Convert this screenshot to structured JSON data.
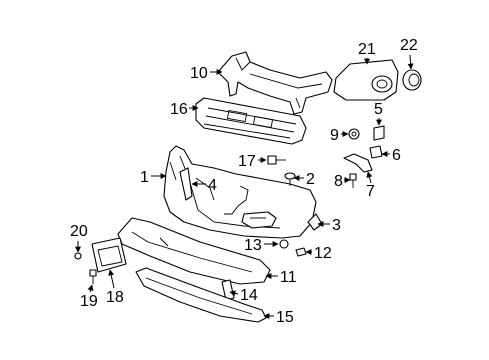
{
  "diagram": {
    "callouts": [
      {
        "id": "1",
        "label": "1"
      },
      {
        "id": "2",
        "label": "2"
      },
      {
        "id": "3",
        "label": "3"
      },
      {
        "id": "4",
        "label": "4"
      },
      {
        "id": "5",
        "label": "5"
      },
      {
        "id": "6",
        "label": "6"
      },
      {
        "id": "7",
        "label": "7"
      },
      {
        "id": "8",
        "label": "8"
      },
      {
        "id": "9",
        "label": "9"
      },
      {
        "id": "10",
        "label": "10"
      },
      {
        "id": "11",
        "label": "11"
      },
      {
        "id": "12",
        "label": "12"
      },
      {
        "id": "13",
        "label": "13"
      },
      {
        "id": "14",
        "label": "14"
      },
      {
        "id": "15",
        "label": "15"
      },
      {
        "id": "16",
        "label": "16"
      },
      {
        "id": "17",
        "label": "17"
      },
      {
        "id": "18",
        "label": "18"
      },
      {
        "id": "19",
        "label": "19"
      },
      {
        "id": "20",
        "label": "20"
      },
      {
        "id": "21",
        "label": "21"
      },
      {
        "id": "22",
        "label": "22"
      }
    ],
    "colors": {
      "line": "#000000",
      "background": "#ffffff"
    }
  }
}
